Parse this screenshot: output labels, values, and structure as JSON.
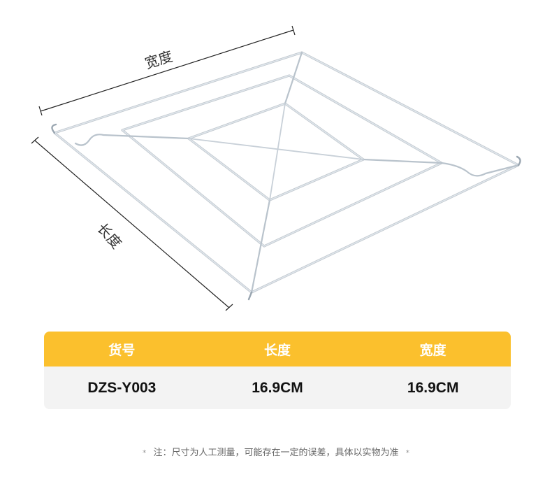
{
  "illustration": {
    "width_label": "宽度",
    "length_label": "长度"
  },
  "spec_table": {
    "headers": [
      "货号",
      "长度",
      "宽度"
    ],
    "rows": [
      [
        "DZS-Y003",
        "16.9CM",
        "16.9CM"
      ]
    ]
  },
  "note": {
    "star": "*",
    "text": "注：尺寸为人工测量，可能存在一定的误差，具体以实物为准"
  },
  "colors": {
    "header_accent": "#fbc02d",
    "row_background": "#f3f3f3",
    "wire": "#c6cfd8"
  }
}
